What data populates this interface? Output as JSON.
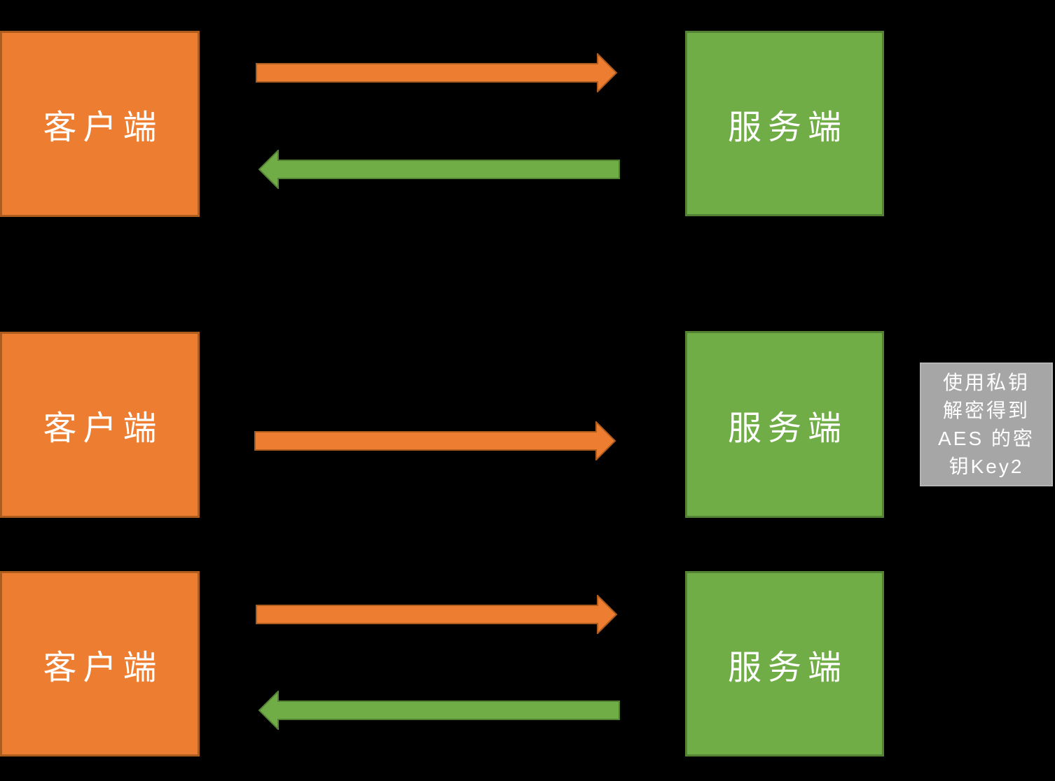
{
  "diagram": {
    "title_hint": "client-server asymmetric encryption exchange diagram",
    "background_color": "#000000",
    "colors": {
      "client_fill": "#ED7D31",
      "client_border": "#AC5D1E",
      "server_fill": "#70AD47",
      "server_border": "#548235",
      "arrow_orange_fill": "#ED7D31",
      "arrow_orange_border": "#AC5D1E",
      "arrow_green_fill": "#70AD47",
      "arrow_green_border": "#548235",
      "note_fill": "#A6A6A6",
      "note_border": "#B5B5B5",
      "label_text": "#FFFFFF"
    },
    "rows": [
      {
        "client_label": "客户端",
        "server_label": "服务端",
        "arrows": [
          {
            "direction": "right",
            "color": "orange",
            "from": "client",
            "to": "server"
          },
          {
            "direction": "left",
            "color": "green",
            "from": "server",
            "to": "client"
          }
        ]
      },
      {
        "client_label": "客户端",
        "server_label": "服务端",
        "arrows": [
          {
            "direction": "right",
            "color": "orange",
            "from": "client",
            "to": "server"
          }
        ]
      },
      {
        "client_label": "客户端",
        "server_label": "服务端",
        "arrows": [
          {
            "direction": "right",
            "color": "orange",
            "from": "client",
            "to": "server"
          },
          {
            "direction": "left",
            "color": "green",
            "from": "server",
            "to": "client"
          }
        ]
      }
    ],
    "note": {
      "text": "使用私钥解密得到AES 的密钥Key2",
      "lines": [
        "使用私钥",
        "解密得到",
        "AES 的密",
        "钥Key2"
      ]
    }
  }
}
